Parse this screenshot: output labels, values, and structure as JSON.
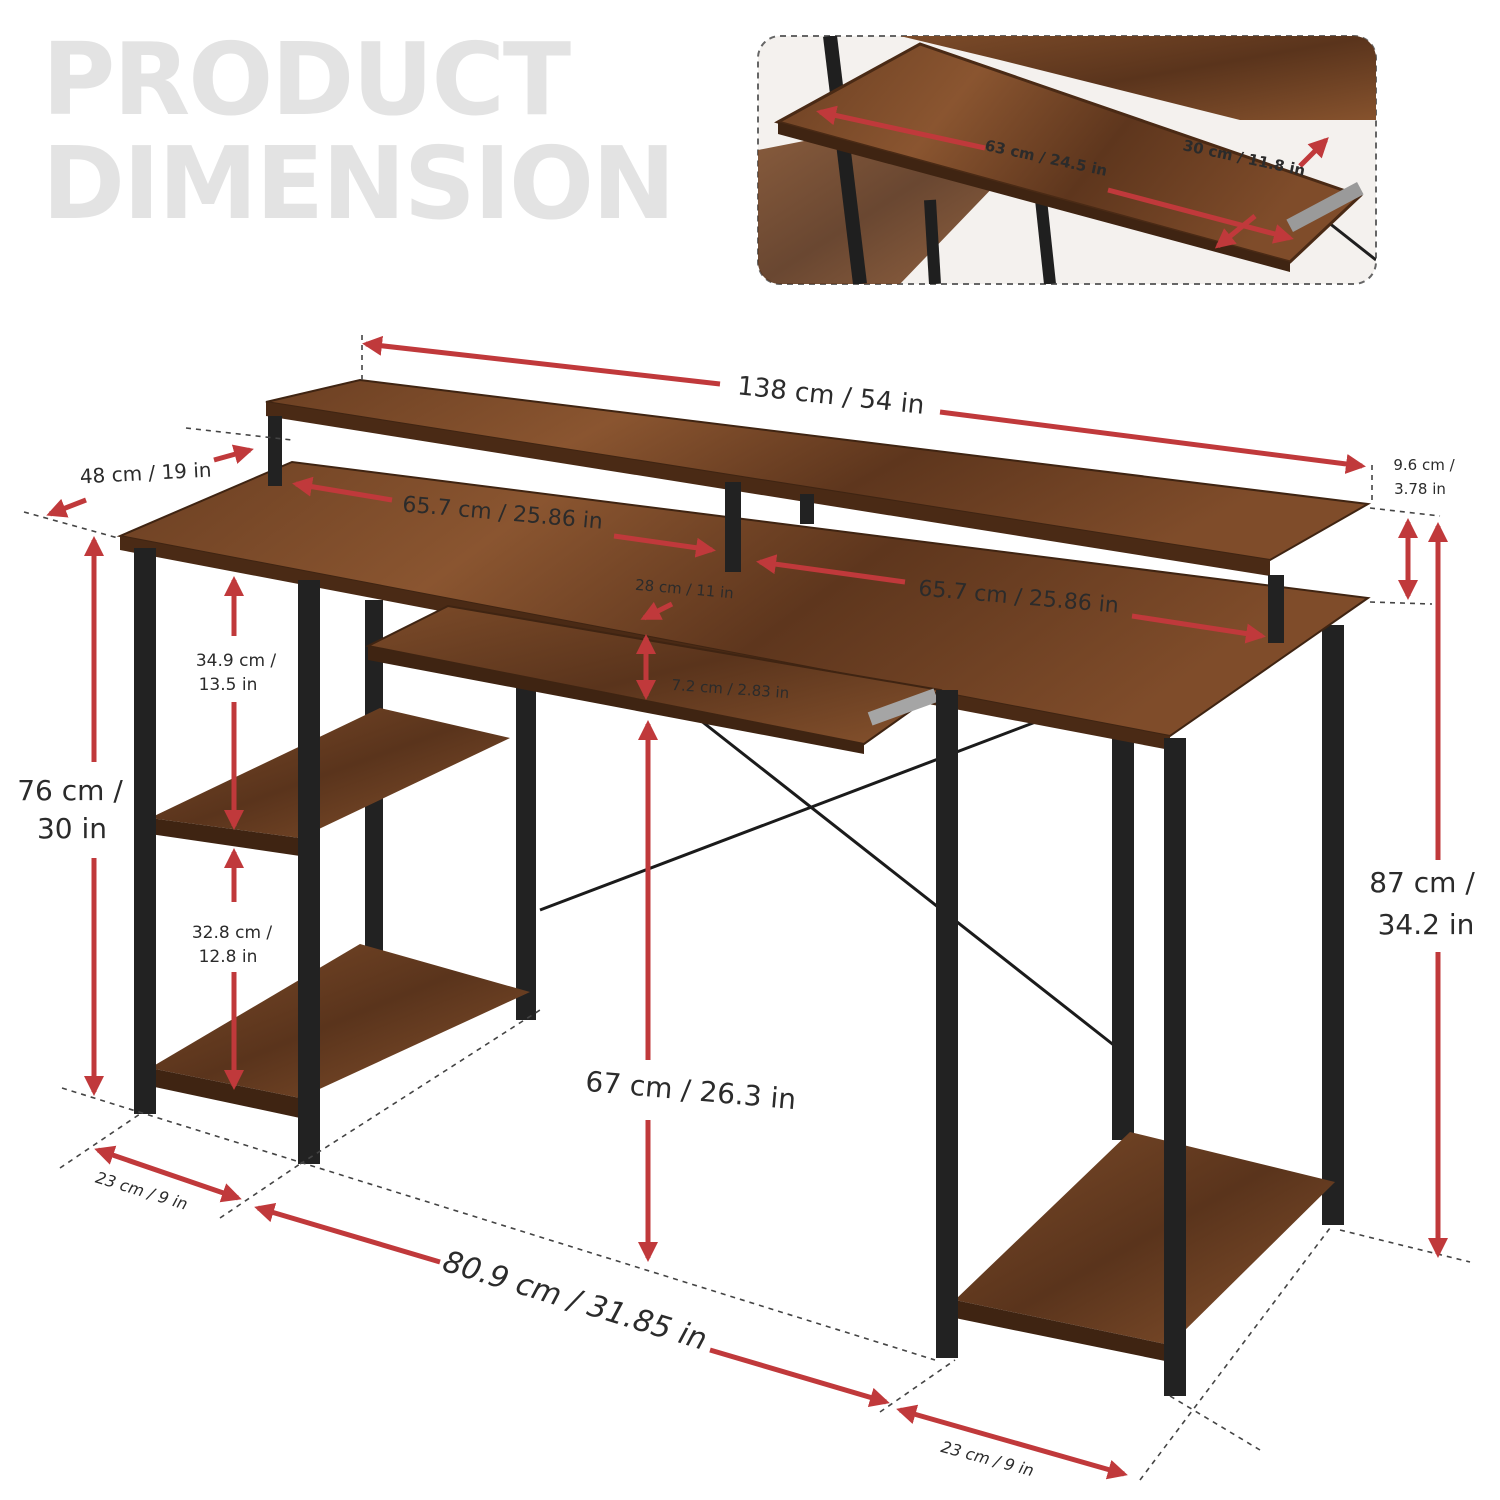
{
  "title": {
    "line1": "PRODUCT",
    "line2": "DIMENSION"
  },
  "colors": {
    "wood": "#7a4a2a",
    "wood_dark": "#4f2e18",
    "metal": "#262626",
    "arrow": "#c0393b",
    "title": "#e3e3e3",
    "guide": "#444444"
  },
  "inset": {
    "keyboard_tray_width": "63 cm / 24.5 in",
    "keyboard_tray_depth": "30 cm / 11.8 in"
  },
  "dimensions": {
    "overall_width": "138 cm / 54 in",
    "depth": "48 cm / 19 in",
    "shelf_riser_height_line1": "9.6 cm /",
    "shelf_riser_height_line2": "3.78 in",
    "monitor_left_span": "65.7 cm / 25.86 in",
    "monitor_right_span": "65.7 cm / 25.86 in",
    "monitor_shelf_depth": "28 cm / 11 in",
    "upper_shelf_gap_line1": "34.9 cm /",
    "upper_shelf_gap_line2": "13.5 in",
    "lower_shelf_gap_line1": "32.8 cm /",
    "lower_shelf_gap_line2": "12.8 in",
    "tray_clearance": "7.2 cm / 2.83 in",
    "desk_height_line1": "76 cm /",
    "desk_height_line2": "30 in",
    "total_height_line1": "87 cm /",
    "total_height_line2": "34.2 in",
    "leg_clearance": "67 cm / 26.3 in",
    "left_shelf_depth": "23 cm / 9 in",
    "open_span": "80.9 cm / 31.85 in",
    "right_shelf_depth": "23 cm / 9 in"
  }
}
